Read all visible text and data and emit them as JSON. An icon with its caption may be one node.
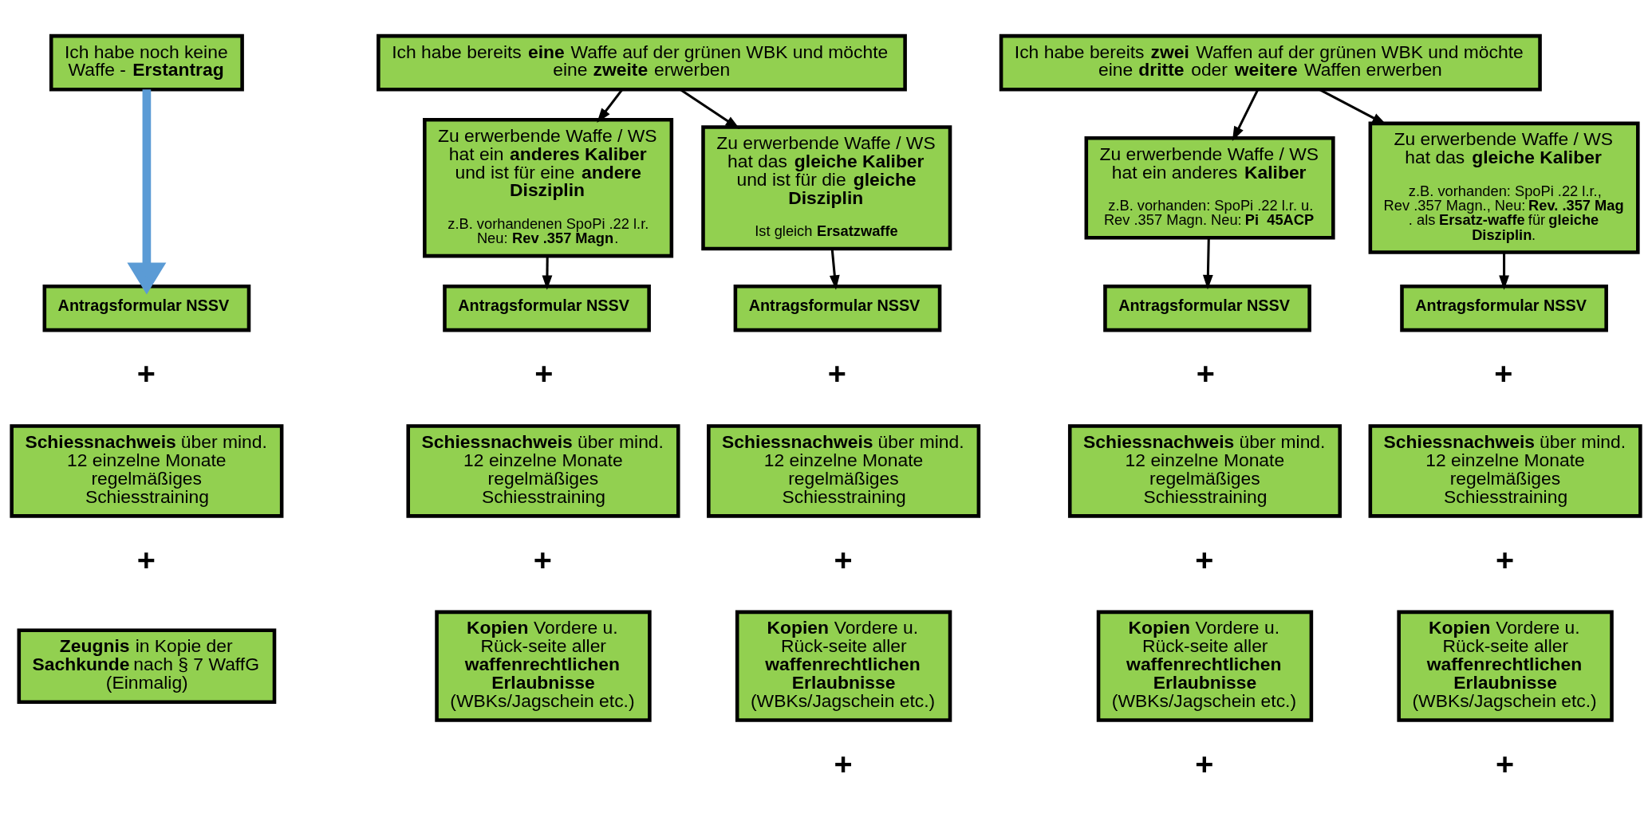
{
  "diagram": {
    "nodes": [
      {
        "text": [
          "Ich habe noch keine Waffe - **Erstantrag**"
        ]
      },
      {
        "text": [
          "Ich habe bereits **eine** Waffe auf der grünen WBK und möchte eine **zweite** erwerben"
        ]
      },
      {
        "text": [
          "Ich habe bereits **zwei** Waffen auf der grünen WBK und möchte eine **dritte** oder **weitere** Waffen erwerben"
        ]
      },
      {
        "text": [
          "Zu erwerbende Waffe / WS hat ein **anderes Kaliber** und ist für eine **andere Disziplin**",
          "z.B. vorhandenen SpoPi .22 l.r. Neu: **Rev .357 Magn**."
        ]
      },
      {
        "text": [
          "Zu erwerbende Waffe / WS hat das **gleiche Kaliber** und ist für die **gleiche Disziplin**",
          "Ist gleich **Ersatzwaffe**"
        ]
      },
      {
        "text": [
          "Zu erwerbende Waffe / WS hat ein anderes **Kaliber**",
          "z.B. vorhanden: SpoPi .22 l.r. u. Rev .357 Magn. Neu: **Pi  45ACP**"
        ]
      },
      {
        "text": [
          "Zu erwerbende Waffe / WS hat das **gleiche Kaliber**",
          "z.B. vorhanden: SpoPi .22 l.r., Rev .357 Magn., Neu: **Rev. .357 Mag**. als **Ersatz-waffe** für **gleiche Disziplin**."
        ]
      },
      {
        "text": [
          "**Antragsformular NSSV**"
        ]
      },
      {
        "text": [
          "**Antragsformular NSSV**"
        ]
      },
      {
        "text": [
          "**Antragsformular NSSV**"
        ]
      },
      {
        "text": [
          "**Antragsformular NSSV**"
        ]
      },
      {
        "text": [
          "**Antragsformular NSSV**"
        ]
      },
      {
        "text": [
          "**Schiessnachweis** über mind. 12 einzelne Monate regelmäßiges Schiesstraining"
        ]
      },
      {
        "text": [
          "**Schiessnachweis** über mind. 12 einzelne Monate regelmäßiges Schiesstraining"
        ]
      },
      {
        "text": [
          "**Schiessnachweis** über mind. 12 einzelne Monate regelmäßiges Schiesstraining"
        ]
      },
      {
        "text": [
          "**Schiessnachweis** über mind. 12 einzelne Monate regelmäßiges Schiesstraining"
        ]
      },
      {
        "text": [
          "**Schiessnachweis** über mind. 12 einzelne Monate regelmäßiges Schiesstraining"
        ]
      },
      {
        "text": [
          "**Zeugnis** in Kopie der **Sachkunde** nach § 7 WaffG (Einmalig)"
        ]
      },
      {
        "text": [
          "**Kopien** Vordere u. Rück-seite aller **waffenrechtlichen Erlaubnisse** (WBKs/Jagschein etc.)"
        ]
      },
      {
        "text": [
          "**Kopien** Vordere u. Rück-seite aller **waffenrechtlichen Erlaubnisse** (WBKs/Jagschein etc.)"
        ]
      },
      {
        "text": [
          "**Kopien** Vordere u. Rück-seite aller **waffenrechtlichen Erlaubnisse** (WBKs/Jagschein etc.)"
        ]
      },
      {
        "text": [
          "**Kopien** Vordere u. Rück-seite aller **waffenrechtlichen Erlaubnisse** (WBKs/Jagschein etc.)"
        ]
      }
    ],
    "edges": [
      {
        "from": 0,
        "to": 7,
        "arrow": "to",
        "style": "thick",
        "color": "#5b9bd5"
      },
      {
        "from": 1,
        "to": 3,
        "arrow": "to"
      },
      {
        "from": 1,
        "to": 4,
        "arrow": "to"
      },
      {
        "from": 2,
        "to": 5,
        "arrow": "to"
      },
      {
        "from": 2,
        "to": 6,
        "arrow": "to"
      },
      {
        "from": 3,
        "to": 8,
        "arrow": "to"
      },
      {
        "from": 4,
        "to": 9,
        "arrow": "to"
      },
      {
        "from": 5,
        "to": 10,
        "arrow": "to"
      },
      {
        "from": 6,
        "to": 11,
        "arrow": "to"
      }
    ],
    "labels": [
      "+",
      "+",
      "+",
      "+",
      "+",
      "+",
      "+",
      "+",
      "+",
      "+",
      "+",
      "+",
      "+"
    ]
  }
}
